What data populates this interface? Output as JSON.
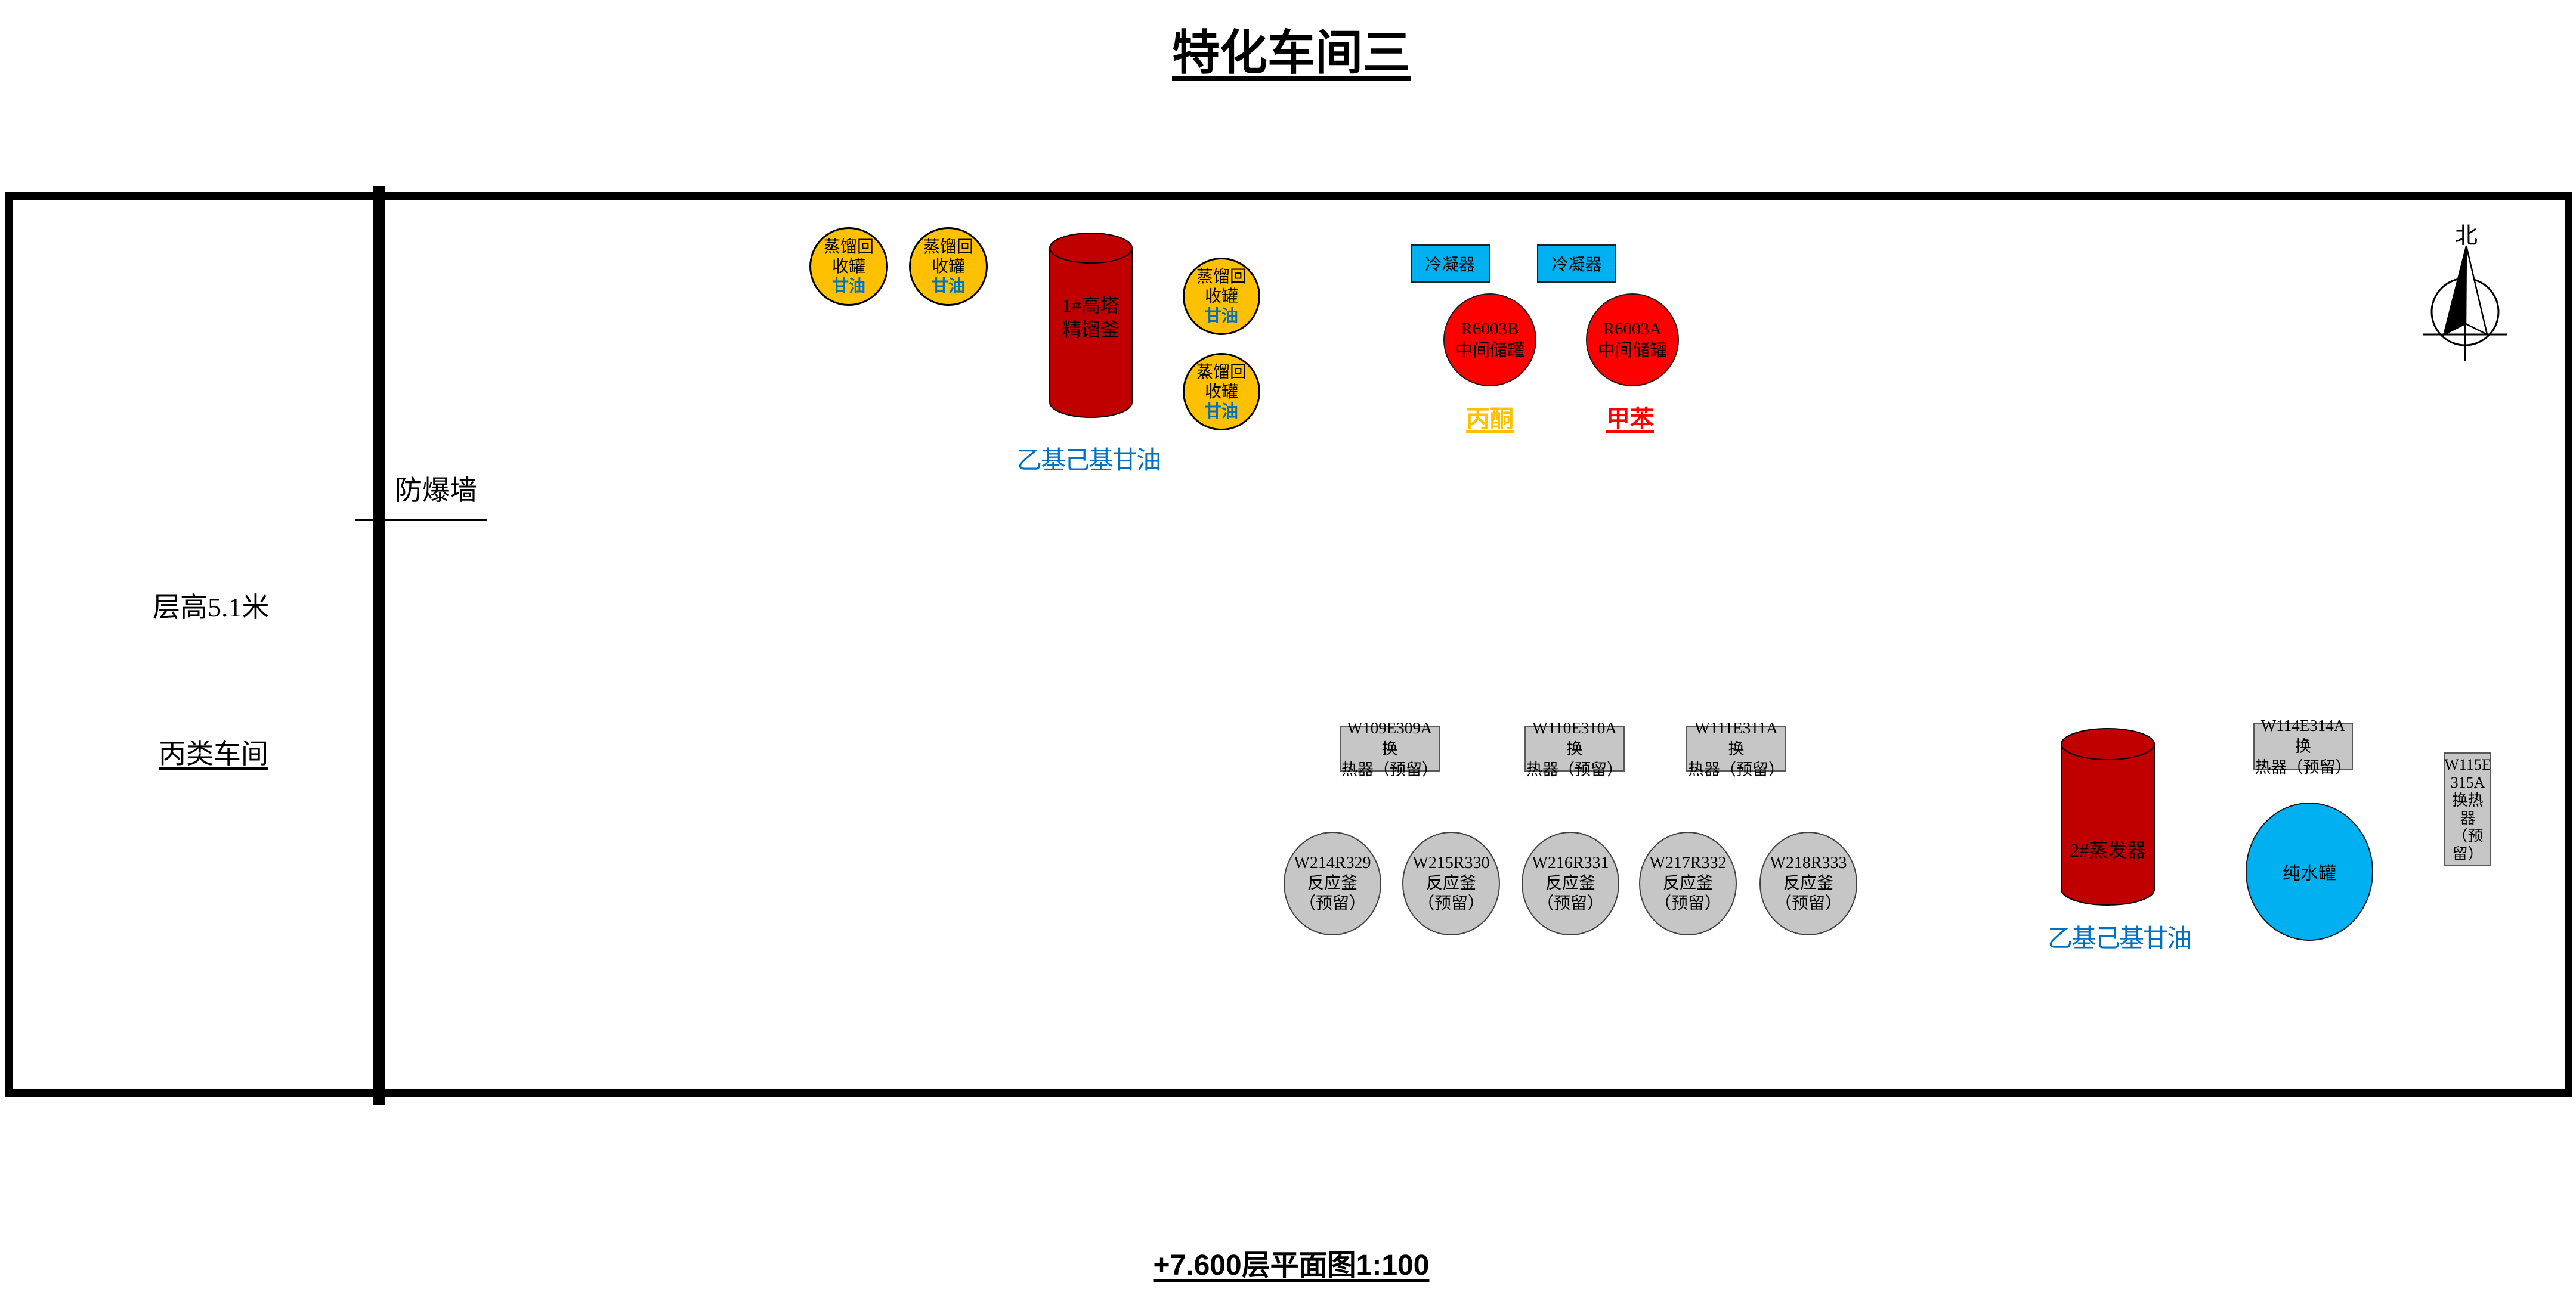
{
  "title": "特化车间三",
  "caption": "+7.600层平面图1:100",
  "labels": {
    "wall": "防爆墙",
    "floor_height": "层高5.1米",
    "workshop_class": "丙类车间",
    "north": "北",
    "product_left": "乙基己基甘油",
    "product_right": "乙基己基甘油",
    "acetone": "丙酮",
    "toluene": "甲苯"
  },
  "equipment": {
    "recovery_tanks": [
      {
        "line1": "蒸馏回",
        "line2": "收罐",
        "material": "甘油"
      },
      {
        "line1": "蒸馏回",
        "line2": "收罐",
        "material": "甘油"
      },
      {
        "line1": "蒸馏回",
        "line2": "收罐",
        "material": "甘油"
      },
      {
        "line1": "蒸馏回",
        "line2": "收罐",
        "material": "甘油"
      }
    ],
    "column_still": {
      "line1": "1#高塔",
      "line2": "精馏釜"
    },
    "evaporator": {
      "label": "2#蒸发器"
    },
    "condensers": [
      {
        "label": "冷凝器"
      },
      {
        "label": "冷凝器"
      }
    ],
    "storage_tanks": [
      {
        "code": "R6003B",
        "name": "中间储罐"
      },
      {
        "code": "R6003A",
        "name": "中间储罐"
      }
    ],
    "heat_exchangers": [
      {
        "line1": "W109E309A换",
        "line2": "热器（预留）"
      },
      {
        "line1": "W110E310A换",
        "line2": "热器（预留）"
      },
      {
        "line1": "W111E311A换",
        "line2": "热器（预留）"
      },
      {
        "line1": "W114E314A换",
        "line2": "热器（预留）"
      }
    ],
    "heat_exchanger_vertical": {
      "line1": "W115E",
      "line2": "315A",
      "line3": "换热",
      "line4": "器",
      "line5": "（预",
      "line6": "留）"
    },
    "reactors": [
      {
        "code": "W214R329",
        "name": "反应釜",
        "note": "（预留）"
      },
      {
        "code": "W215R330",
        "name": "反应釜",
        "note": "（预留）"
      },
      {
        "code": "W216R331",
        "name": "反应釜",
        "note": "（预留）"
      },
      {
        "code": "W217R332",
        "name": "反应釜",
        "note": "（预留）"
      },
      {
        "code": "W218R333",
        "name": "反应釜",
        "note": "（预留）"
      }
    ],
    "pure_water_tank": {
      "label": "纯水罐"
    }
  },
  "colors": {
    "tank_yellow": "#FFC000",
    "storage_red": "#FF0000",
    "cylinder_dark_red": "#C00000",
    "equipment_blue": "#00B0F0",
    "equipment_gray": "#C6C6C6",
    "text_blue": "#0070C0",
    "acetone_label": "#FFC000",
    "toluene_label": "#FF0000",
    "line_black": "#000000"
  }
}
